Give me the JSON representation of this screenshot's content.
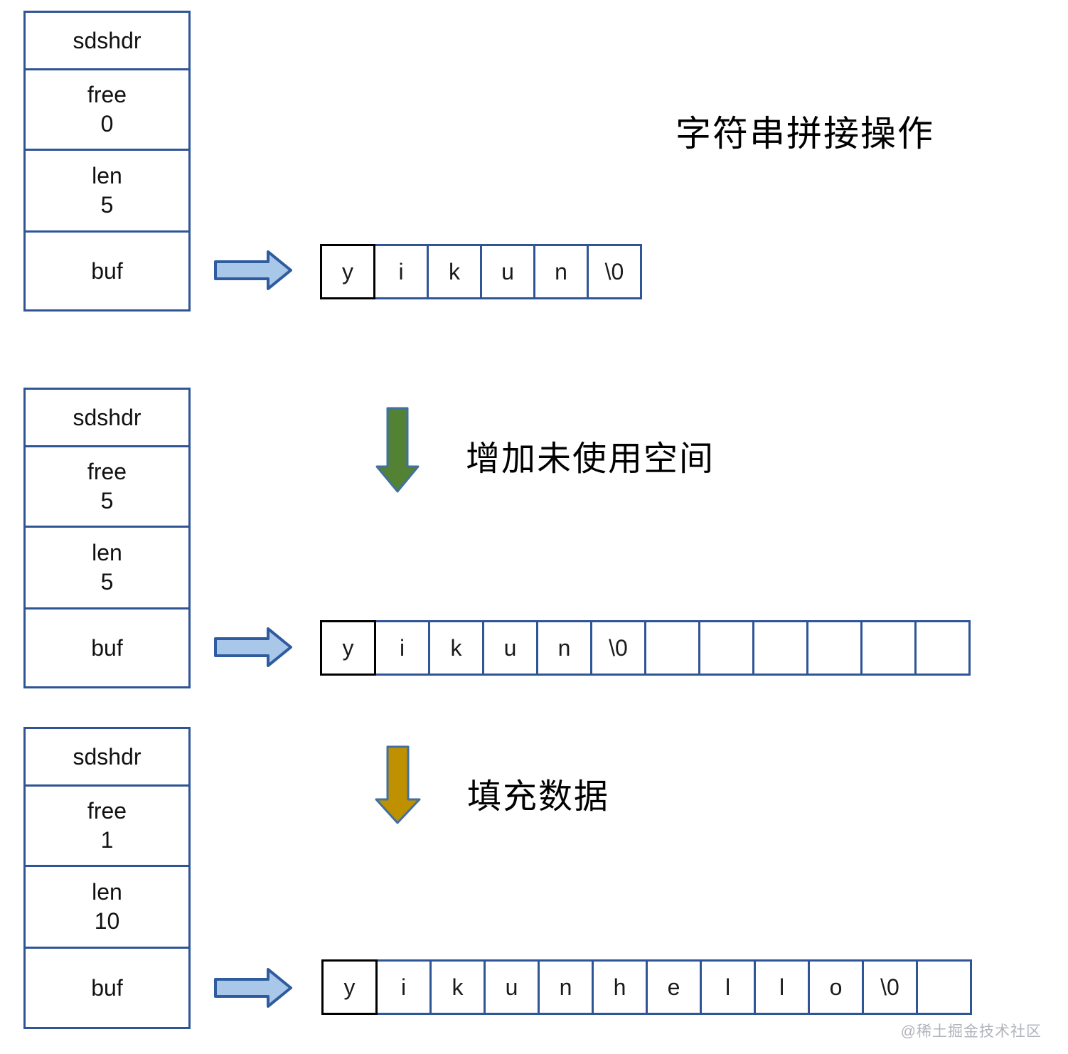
{
  "title": "字符串拼接操作",
  "watermark": "@稀土掘金技术社区",
  "steps": [
    {
      "arrow_label": "",
      "struct": {
        "name": "sdshdr",
        "free_label": "free",
        "free_value": "0",
        "len_label": "len",
        "len_value": "5",
        "buf_label": "buf"
      },
      "cells": [
        "y",
        "i",
        "k",
        "u",
        "n",
        "\\0"
      ]
    },
    {
      "arrow_label": "增加未使用空间",
      "struct": {
        "name": "sdshdr",
        "free_label": "free",
        "free_value": "5",
        "len_label": "len",
        "len_value": "5",
        "buf_label": "buf"
      },
      "cells": [
        "y",
        "i",
        "k",
        "u",
        "n",
        "\\0",
        "",
        "",
        "",
        "",
        "",
        ""
      ]
    },
    {
      "arrow_label": "填充数据",
      "struct": {
        "name": "sdshdr",
        "free_label": "free",
        "free_value": "1",
        "len_label": "len",
        "len_value": "10",
        "buf_label": "buf"
      },
      "cells": [
        "y",
        "i",
        "k",
        "u",
        "n",
        "h",
        "e",
        "l",
        "l",
        "o",
        "\\0",
        ""
      ]
    }
  ],
  "colors": {
    "struct_border": "#2F5597",
    "first_cell_border": "#000000",
    "pointer_fill": "#A9C7E9",
    "pointer_stroke": "#2E5C9E",
    "grow_fill": "#548235",
    "fill_fill": "#BF9000",
    "down_stroke": "#41719C"
  }
}
